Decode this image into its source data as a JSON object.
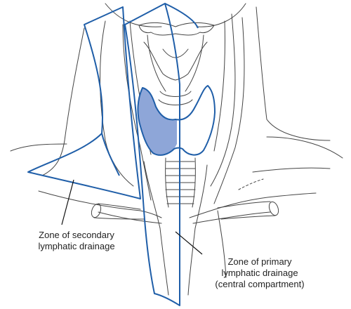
{
  "labels": {
    "secondary_zone": {
      "line1": "Zone of secondary",
      "line2": "lymphatic drainage"
    },
    "primary_zone": {
      "line1": "Zone of primary",
      "line2": "lymphatic drainage",
      "line3": "(central compartment)"
    }
  },
  "colors": {
    "zone_outline": "#1f5ea8",
    "thyroid_fill": "#8ea6d8",
    "anatomy_line": "#444444"
  }
}
